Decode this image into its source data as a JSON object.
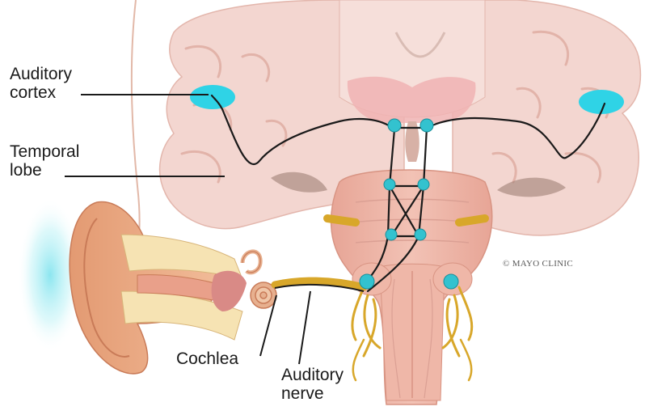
{
  "labels": {
    "auditory_cortex": {
      "line1": "Auditory",
      "line2": "cortex"
    },
    "temporal_lobe": {
      "line1": "Temporal",
      "line2": "lobe"
    },
    "cochlea": "Cochlea",
    "auditory_nerve": {
      "line1": "Auditory",
      "line2": "nerve"
    }
  },
  "credit": "© MAYO CLINIC",
  "colors": {
    "brain_tissue": "#f3d6d0",
    "brain_fold": "#e7b9b0",
    "brainstem": "#e9aa9c",
    "auditory_cortex": "#2fd3e6",
    "relay_node": "#33c2cf",
    "pathway": "#1a1a1a",
    "nerve": "#d8a72a",
    "ear_skin": "#e8a07a",
    "ear_glow": "#7fe3ee"
  }
}
